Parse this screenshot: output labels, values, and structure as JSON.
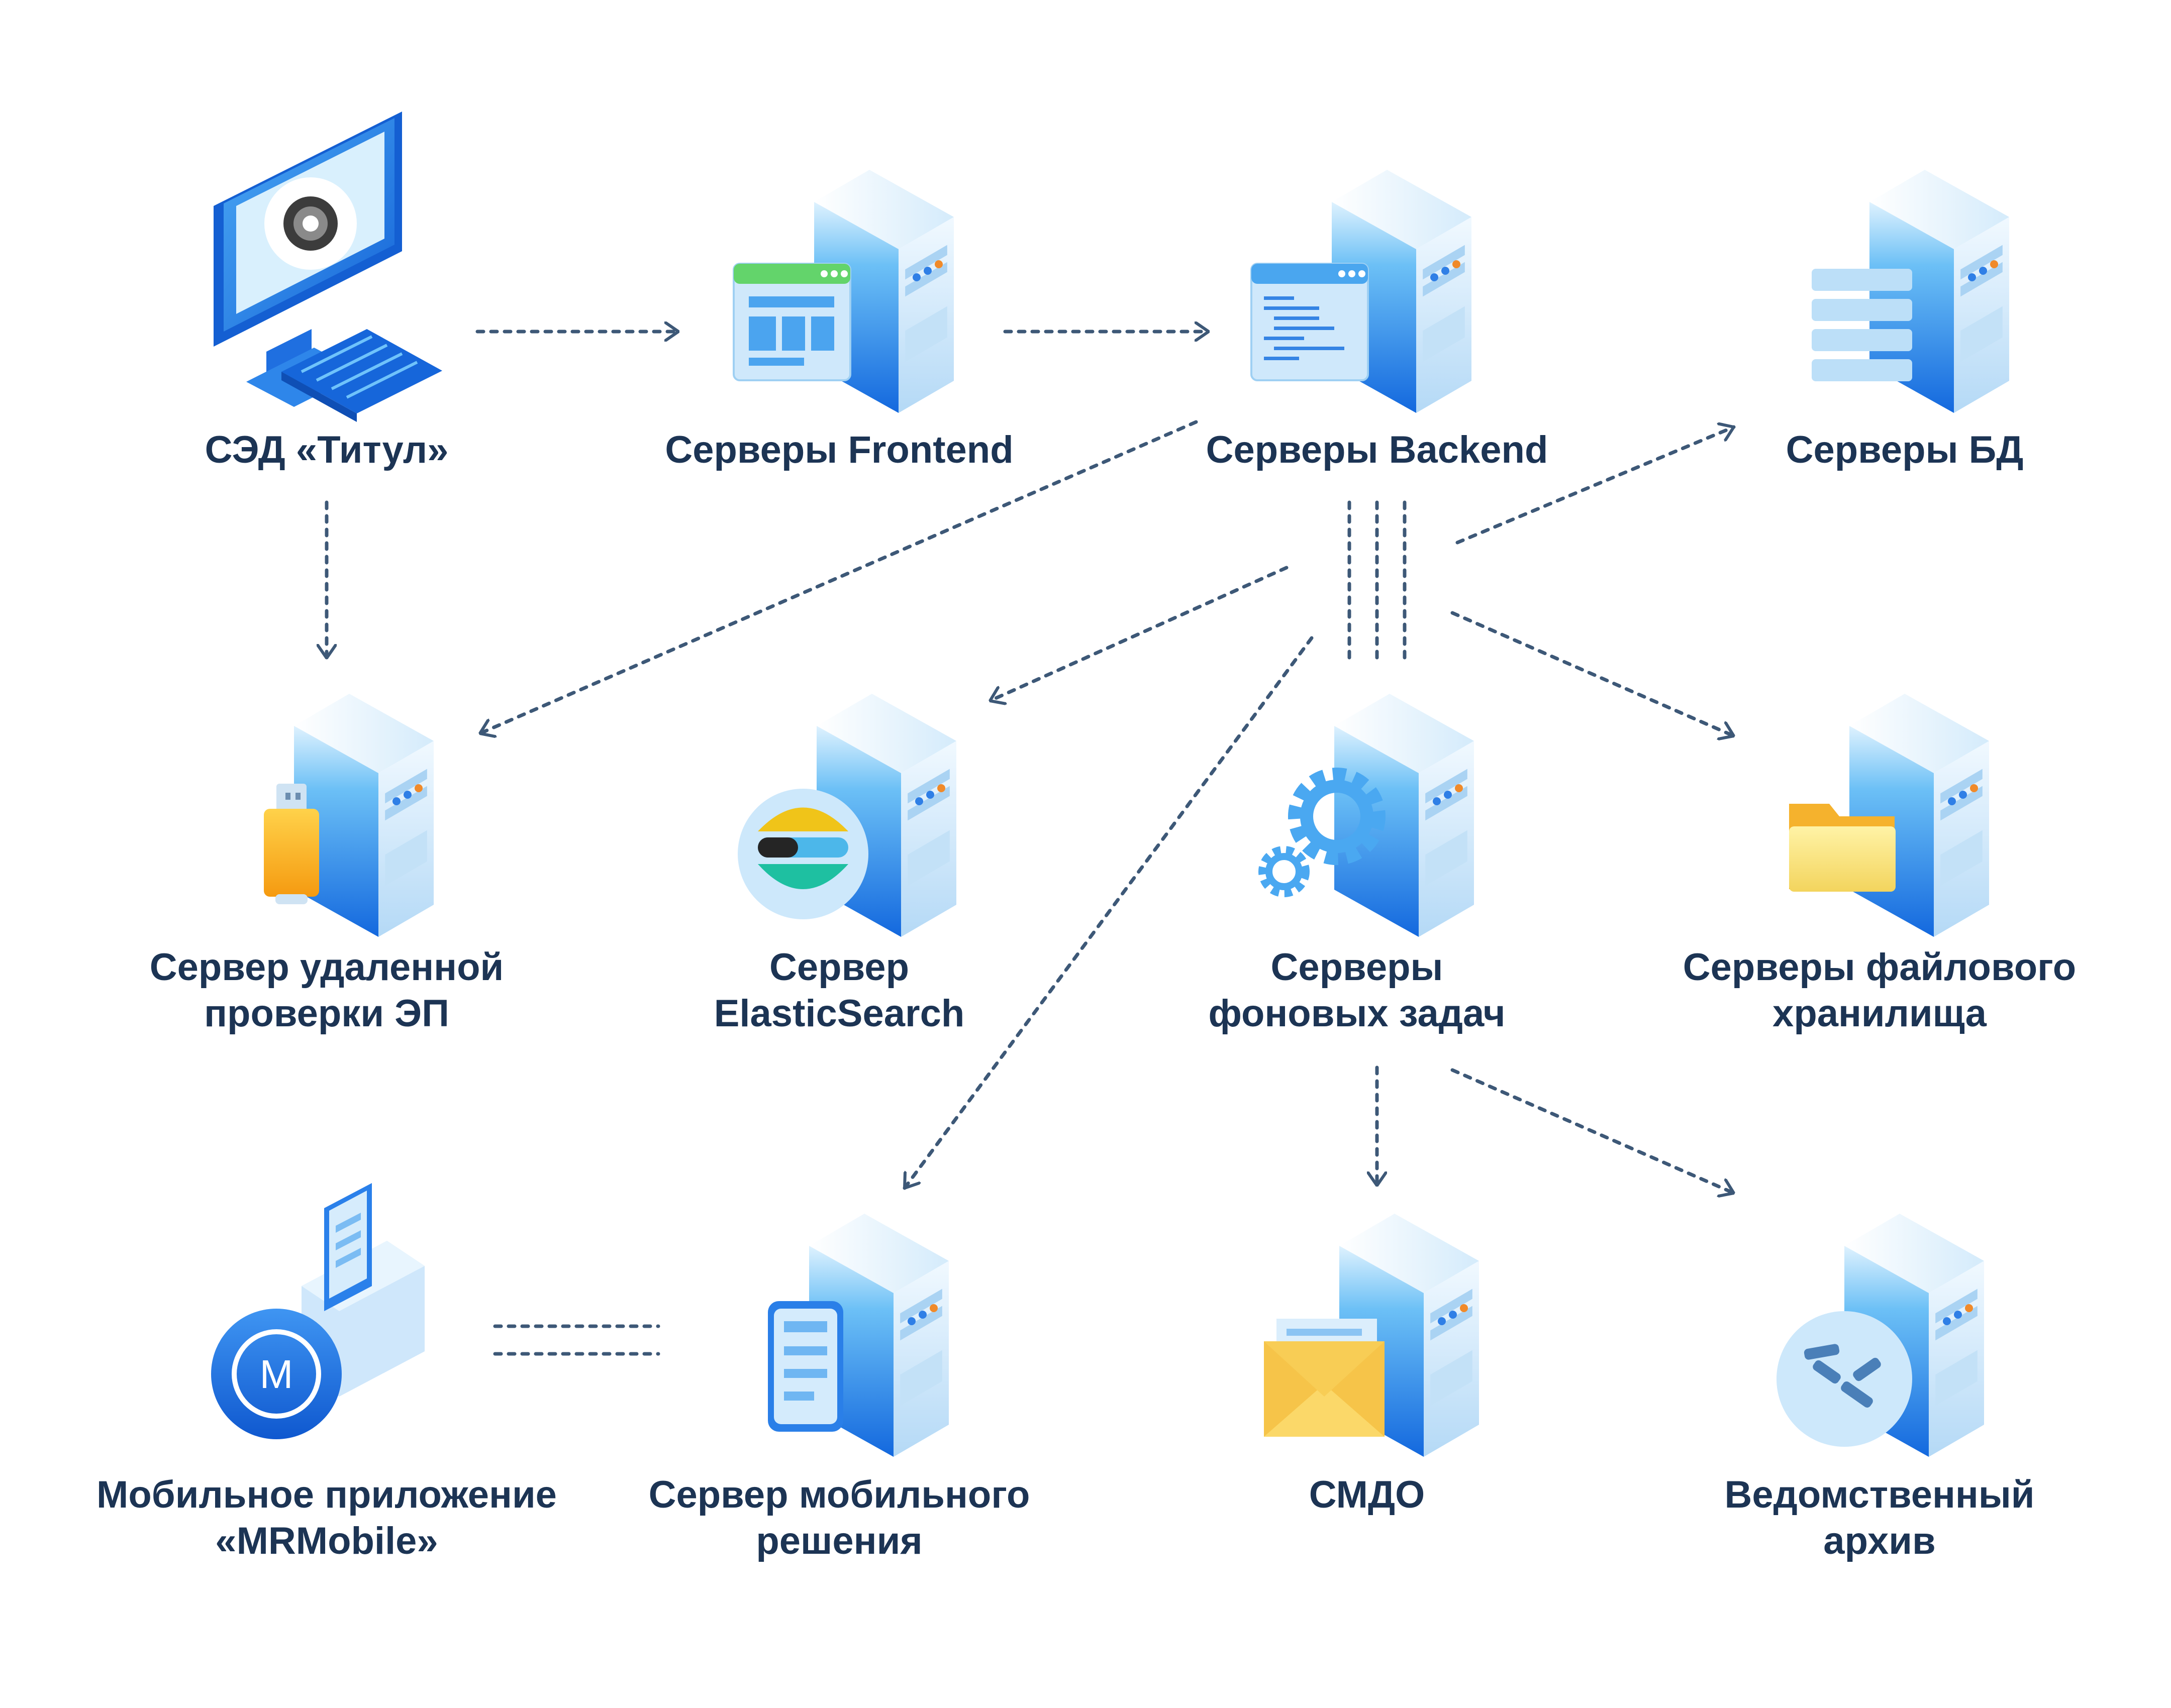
{
  "nodes": {
    "sed": {
      "icon": "monitor-keyboard-icon",
      "lines": [
        "СЭД «Титул»"
      ]
    },
    "frontend": {
      "icon": "server-webpage-icon",
      "lines": [
        "Серверы Frontend"
      ]
    },
    "backend": {
      "icon": "server-code-window-icon",
      "lines": [
        "Серверы Backend"
      ]
    },
    "db": {
      "icon": "server-database-icon",
      "lines": [
        "Серверы БД"
      ]
    },
    "ep": {
      "icon": "server-usb-token-icon",
      "lines": [
        "Сервер удаленной",
        "проверки ЭП"
      ]
    },
    "elastic": {
      "icon": "server-elastic-logo-icon",
      "lines": [
        "Сервер",
        "ElasticSearch"
      ]
    },
    "background": {
      "icon": "server-gears-icon",
      "lines": [
        "Серверы",
        "фоновых задач"
      ]
    },
    "filestore": {
      "icon": "server-folder-icon",
      "lines": [
        "Серверы файлового",
        "хранилища"
      ]
    },
    "mrmobile": {
      "icon": "phone-dock-m-badge-icon",
      "lines": [
        "Мобильное приложение",
        "«MRMobile»"
      ]
    },
    "mobileserver": {
      "icon": "server-phone-icon",
      "lines": [
        "Сервер мобильного",
        "решения"
      ]
    },
    "smdo": {
      "icon": "server-envelope-icon",
      "lines": [
        "СМДО"
      ]
    },
    "archive": {
      "icon": "server-archive-logo-icon",
      "lines": [
        "Ведомственный",
        "архив"
      ]
    }
  },
  "connections": [
    {
      "from": "sed",
      "to": "frontend",
      "style": "arrow"
    },
    {
      "from": "frontend",
      "to": "backend",
      "style": "arrow"
    },
    {
      "from": "sed",
      "to": "ep",
      "style": "arrow"
    },
    {
      "from": "backend",
      "to": "ep",
      "style": "arrow"
    },
    {
      "from": "backend",
      "to": "elastic",
      "style": "arrow"
    },
    {
      "from": "backend",
      "to": "background",
      "style": "triple-line"
    },
    {
      "from": "backend",
      "to": "db",
      "style": "arrow"
    },
    {
      "from": "backend",
      "to": "filestore",
      "style": "arrow"
    },
    {
      "from": "backend",
      "to": "mobileserver",
      "style": "arrow"
    },
    {
      "from": "background",
      "to": "smdo",
      "style": "arrow"
    },
    {
      "from": "background",
      "to": "archive",
      "style": "arrow"
    },
    {
      "from": "mrmobile",
      "to": "mobileserver",
      "style": "double-line"
    }
  ],
  "colors": {
    "label": "#1c3454",
    "connector": "#3d5877",
    "server_dark": "#1a6fe0",
    "server_light": "#d9eefc",
    "accent_blue": "#1f7ae8"
  }
}
